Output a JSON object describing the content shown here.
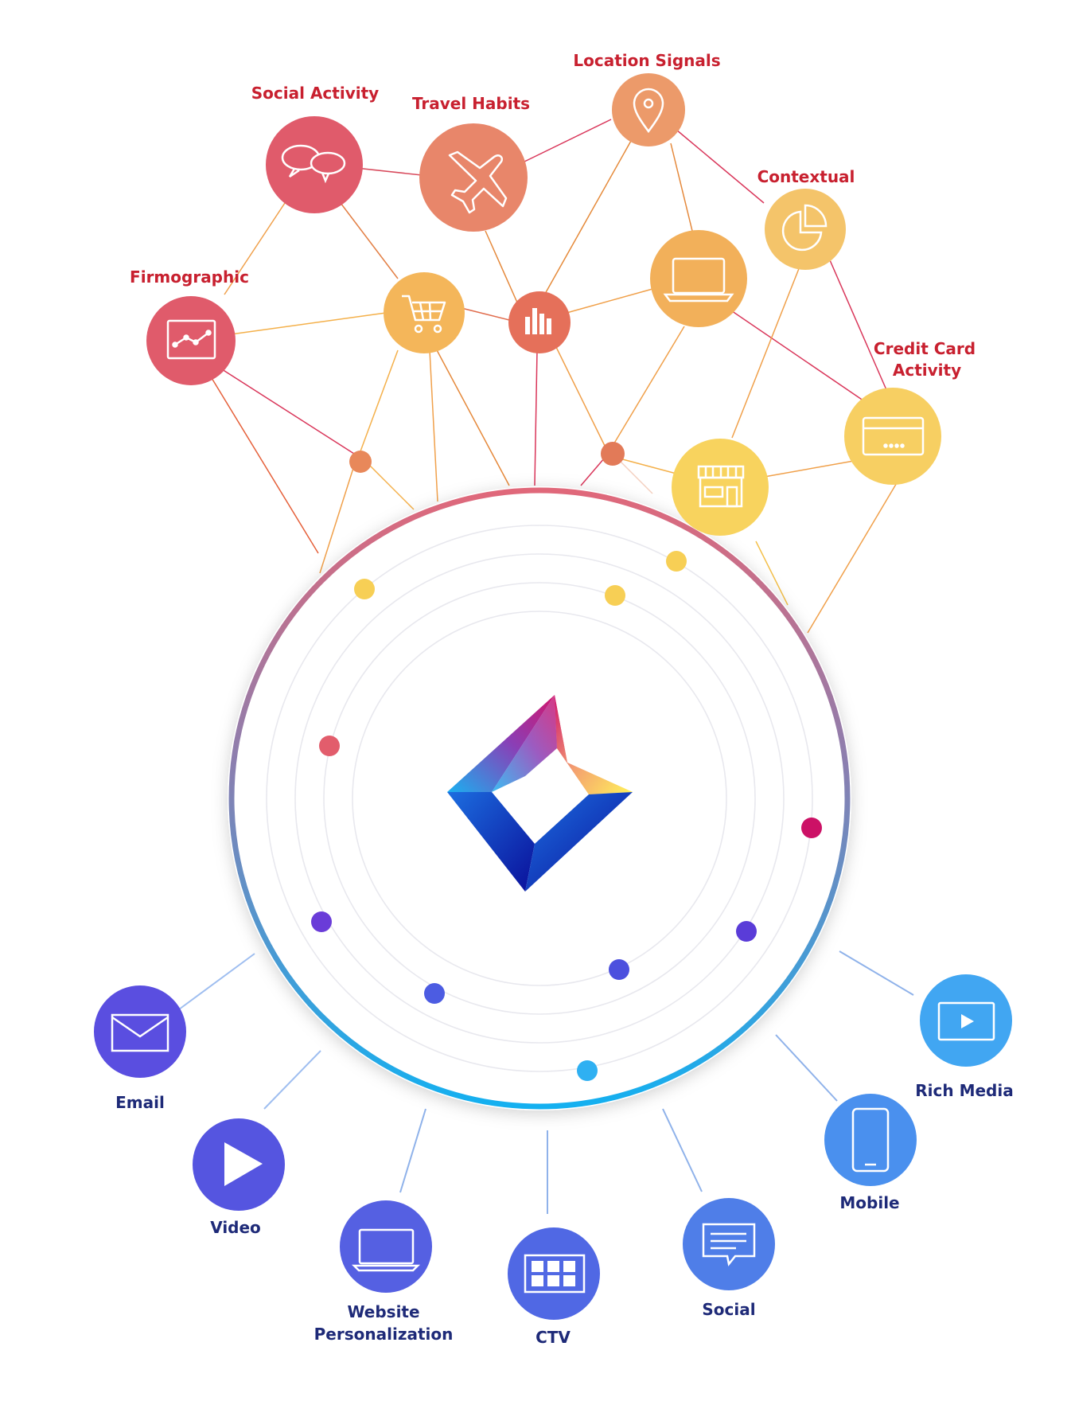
{
  "data_labels": {
    "social_activity": "Social Activity",
    "travel_habits": "Travel Habits",
    "location_signals": "Location Signals",
    "contextual": "Contextual",
    "firmographic": "Firmographic",
    "credit_card_line1": "Credit Card",
    "credit_card_line2": "Activity"
  },
  "channel_labels": {
    "email": "Email",
    "video": "Video",
    "website_line1": "Website",
    "website_line2": "Personalization",
    "ctv": "CTV",
    "social": "Social",
    "mobile": "Mobile",
    "rich_media": "Rich Media"
  },
  "colors": {
    "data_label": "#c8202f",
    "channel_label": "#1e2a78",
    "ring_top": "#e0687a",
    "ring_bottom": "#14b0f0"
  },
  "icons": {
    "social_activity": "chat-bubbles-icon",
    "travel_habits": "airplane-icon",
    "location_signals": "map-pin-icon",
    "contextual": "pie-chart-icon",
    "firmographic": "line-chart-icon",
    "shopping": "shopping-cart-icon",
    "analytics": "bar-chart-icon",
    "laptop": "laptop-icon",
    "credit_card": "credit-card-icon",
    "store": "storefront-icon",
    "email": "envelope-icon",
    "video": "play-icon",
    "website": "laptop-icon",
    "ctv": "tv-grid-icon",
    "social": "message-icon",
    "mobile": "smartphone-icon",
    "rich_media": "video-player-icon"
  }
}
